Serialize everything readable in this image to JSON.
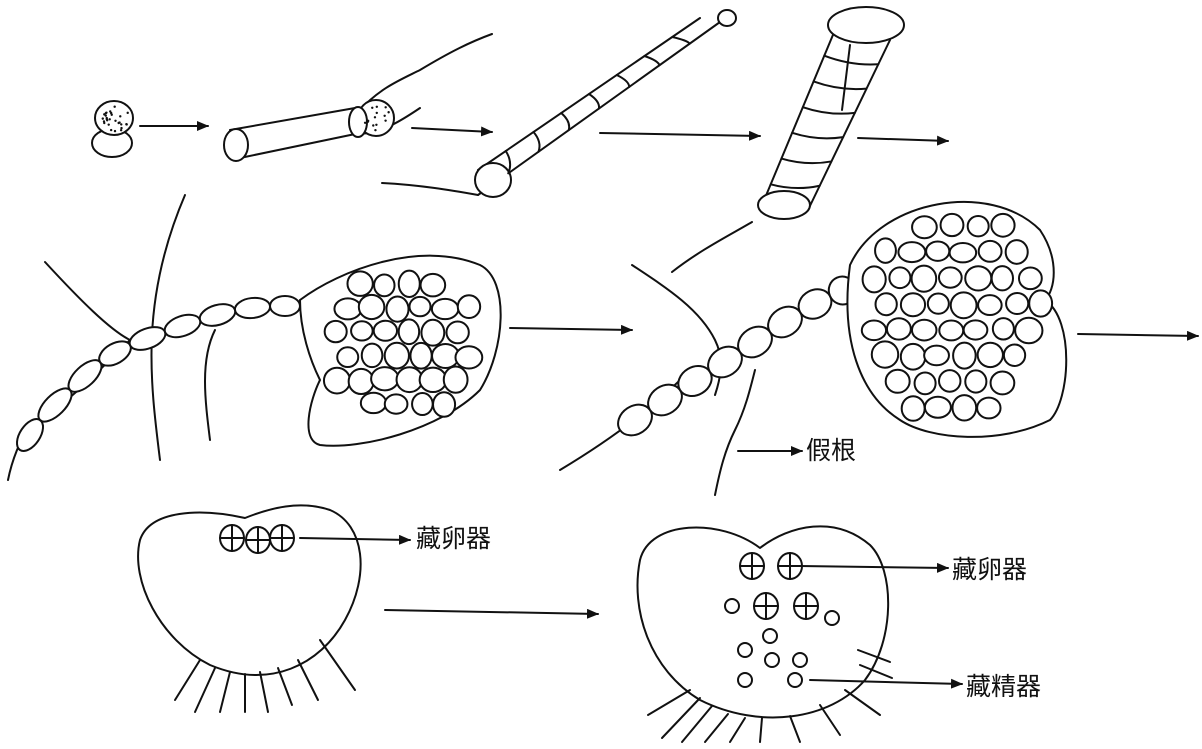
{
  "labels": {
    "rhizoid": "假根",
    "archegonium_1": "藏卵器",
    "archegonium_2": "藏卵器",
    "antheridium": "藏精器"
  }
}
